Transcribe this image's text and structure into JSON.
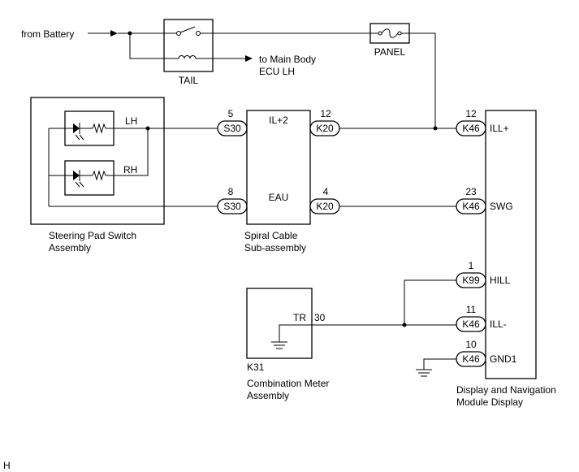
{
  "inputs": {
    "from_battery": "from Battery"
  },
  "relay": {
    "name": "TAIL"
  },
  "fuse": {
    "name": "PANEL"
  },
  "outputs": {
    "main_body_line1": "to Main Body",
    "main_body_line2": "ECU LH"
  },
  "steering_pad": {
    "lh": "LH",
    "rh": "RH",
    "caption_line1": "Steering Pad Switch",
    "caption_line2": "Assembly"
  },
  "spiral_cable": {
    "il2": "IL+2",
    "eau": "EAU",
    "caption_line1": "Spiral Cable",
    "caption_line2": "Sub-assembly"
  },
  "connectors": {
    "s30_top": "S30",
    "s30_bottom": "S30",
    "k20_top": "K20",
    "k20_bottom": "K20",
    "k46_ill_plus": "K46",
    "k46_swg": "K46",
    "k99_hill": "K99",
    "k46_ill_minus": "K46",
    "k46_gnd1": "K46"
  },
  "pins": {
    "s30_top": "5",
    "s30_bottom": "8",
    "k20_top": "12",
    "k20_bottom": "4",
    "k46_ill_plus": "12",
    "k46_swg": "23",
    "k99_hill": "1",
    "k46_ill_minus": "11",
    "k46_gnd1": "10",
    "meter_tr": "30"
  },
  "display": {
    "ill_plus": "ILL+",
    "swg": "SWG",
    "hill": "HILL",
    "ill_minus": "ILL-",
    "gnd1": "GND1",
    "caption_line1": "Display and Navigation",
    "caption_line2": "Module Display"
  },
  "meter": {
    "tr": "TR",
    "connector": "K31",
    "caption_line1": "Combination Meter",
    "caption_line2": "Assembly"
  },
  "footer": {
    "code": "H"
  }
}
